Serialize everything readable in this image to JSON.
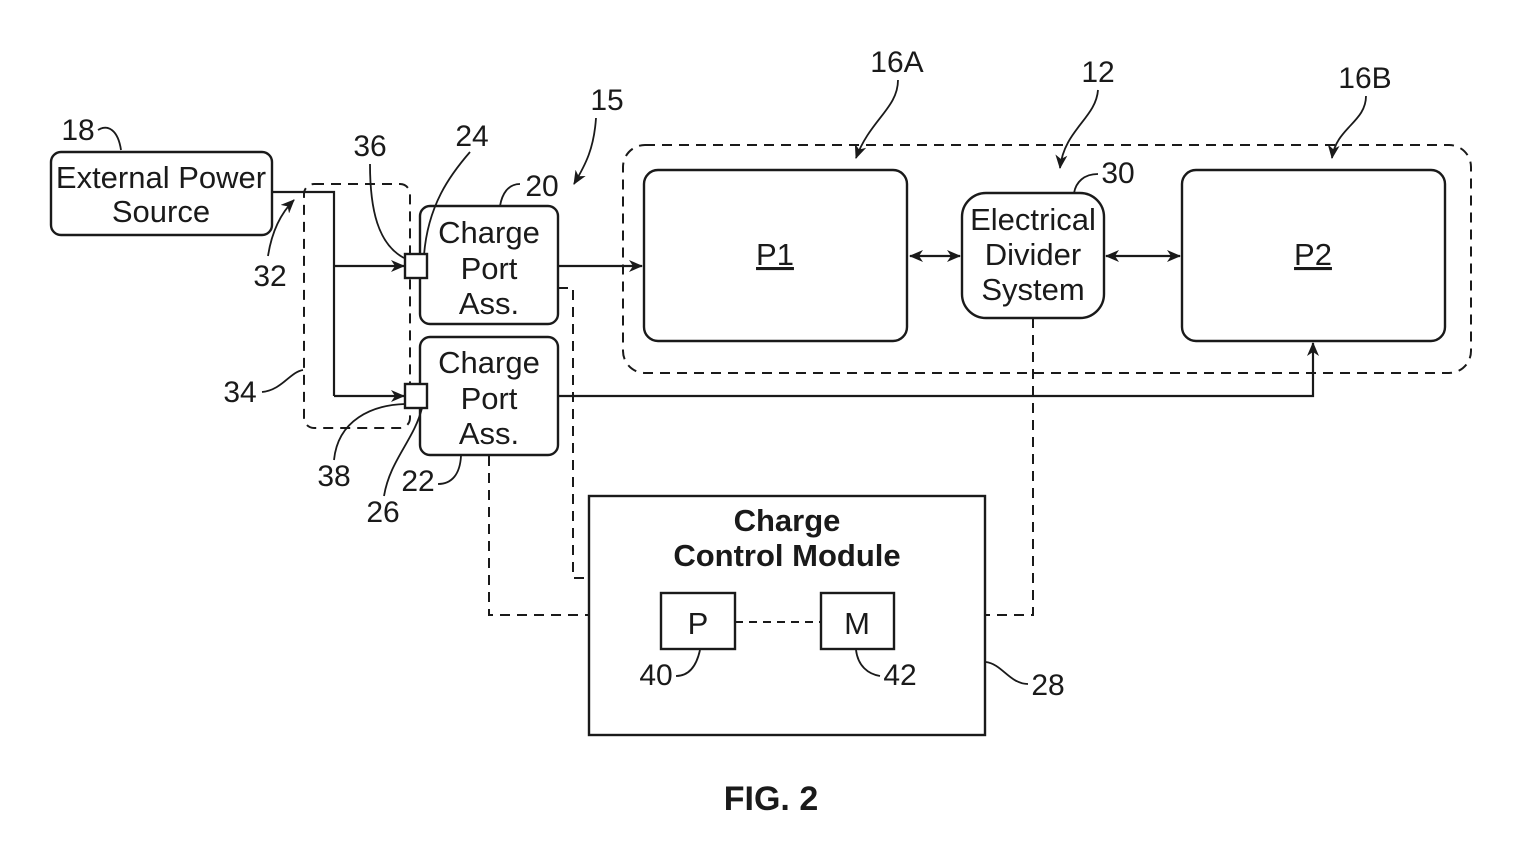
{
  "figure": {
    "caption": "FIG. 2"
  },
  "blocks": {
    "external_power_source": {
      "lines": [
        "External Power",
        "Source"
      ],
      "ref": "18"
    },
    "charge_port_1": {
      "lines": [
        "Charge",
        "Port",
        "Ass."
      ],
      "ref": "20"
    },
    "charge_port_2": {
      "lines": [
        "Charge",
        "Port",
        "Ass."
      ],
      "ref": "22"
    },
    "p1": {
      "label": "P1",
      "ref": "16A"
    },
    "p2": {
      "label": "P2",
      "ref": "16B"
    },
    "electrical_divider": {
      "lines": [
        "Electrical",
        "Divider",
        "System"
      ],
      "ref": "30"
    },
    "charge_control_module": {
      "lines": [
        "Charge",
        "Control Module"
      ],
      "ref": "28"
    },
    "processor": {
      "label": "P",
      "ref": "40"
    },
    "memory": {
      "label": "M",
      "ref": "42"
    }
  },
  "refs": {
    "battery_system": "12",
    "charging_system": "15",
    "power_line": "32",
    "connector_group": "34",
    "port_1": "36",
    "port_1_inlet": "24",
    "port_2": "38",
    "port_2_inlet": "26"
  }
}
